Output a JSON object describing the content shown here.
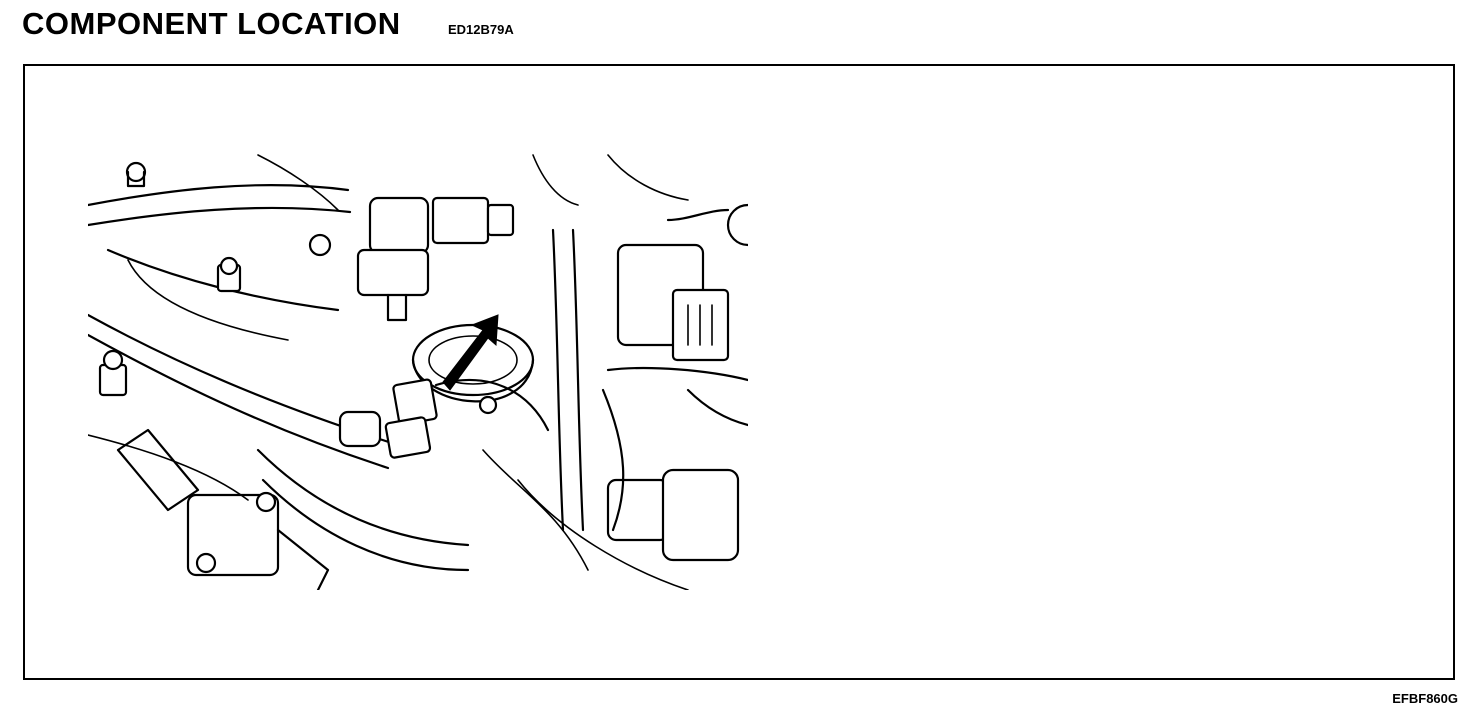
{
  "header": {
    "title": "COMPONENT LOCATION",
    "doc_code": "ED12B79A"
  },
  "figure": {
    "code": "EFBF860G",
    "pointer_arrow": "arrow-pointer-icon"
  }
}
